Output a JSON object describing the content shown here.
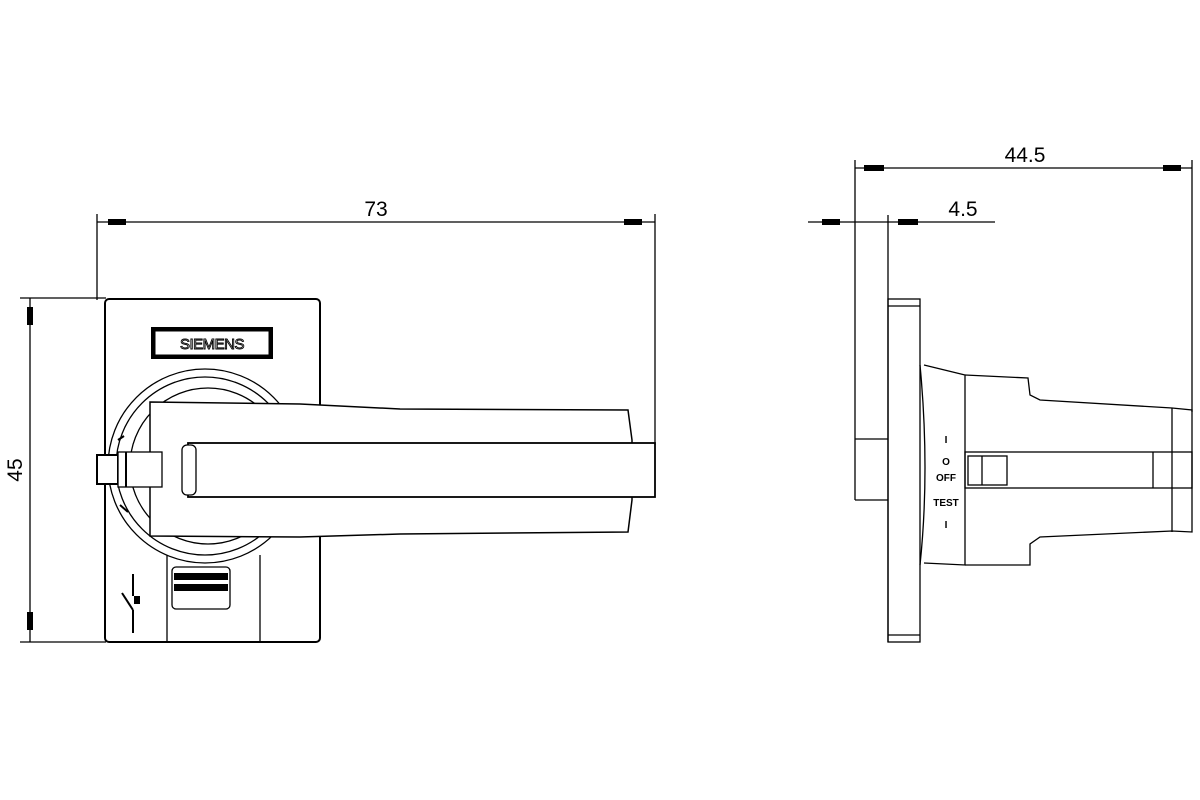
{
  "front_view": {
    "width_dimension": "73",
    "height_dimension": "45",
    "brand_logo": "SIEMENS"
  },
  "side_view": {
    "depth_dimension": "44.5",
    "flange_dimension": "4.5",
    "position_labels": {
      "on_top": "I",
      "off_symbol": "O",
      "off_text": "OFF",
      "test": "TEST",
      "on_bottom": "I"
    }
  }
}
